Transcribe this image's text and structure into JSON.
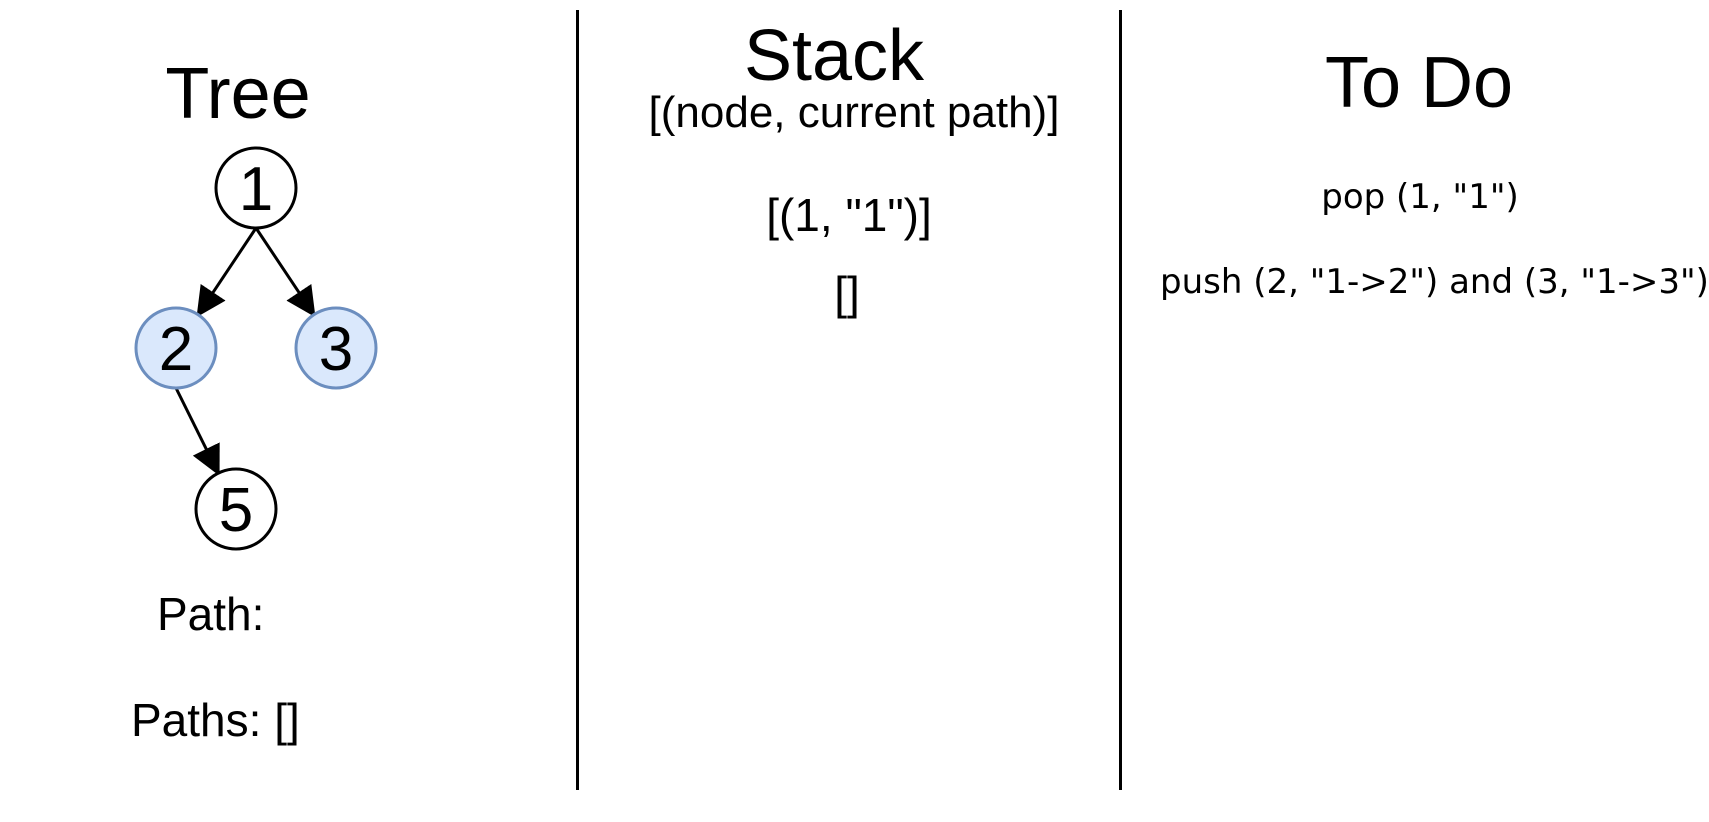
{
  "columns": {
    "tree": {
      "title": "Tree",
      "path_label": "Path:",
      "paths_label": "Paths: []"
    },
    "stack": {
      "title": "Stack",
      "subtitle": "[(node, current path)]",
      "states": [
        "[(1, \"1\")]",
        "[]"
      ]
    },
    "todo": {
      "title": "To Do",
      "steps": [
        "pop (1, \"1\")",
        "push (2, \"1->2\") and (3, \"1->3\")"
      ]
    }
  },
  "tree": {
    "nodes": [
      {
        "id": "1",
        "label": "1",
        "highlighted": false
      },
      {
        "id": "2",
        "label": "2",
        "highlighted": true
      },
      {
        "id": "3",
        "label": "3",
        "highlighted": true
      },
      {
        "id": "5",
        "label": "5",
        "highlighted": false
      }
    ],
    "edges": [
      {
        "from": "1",
        "to": "2"
      },
      {
        "from": "1",
        "to": "3"
      },
      {
        "from": "2",
        "to": "5"
      }
    ]
  },
  "colors": {
    "highlight_fill": "#dae8fc",
    "highlight_stroke": "#6c8ebf",
    "default_fill": "#ffffff",
    "default_stroke": "#000000"
  }
}
